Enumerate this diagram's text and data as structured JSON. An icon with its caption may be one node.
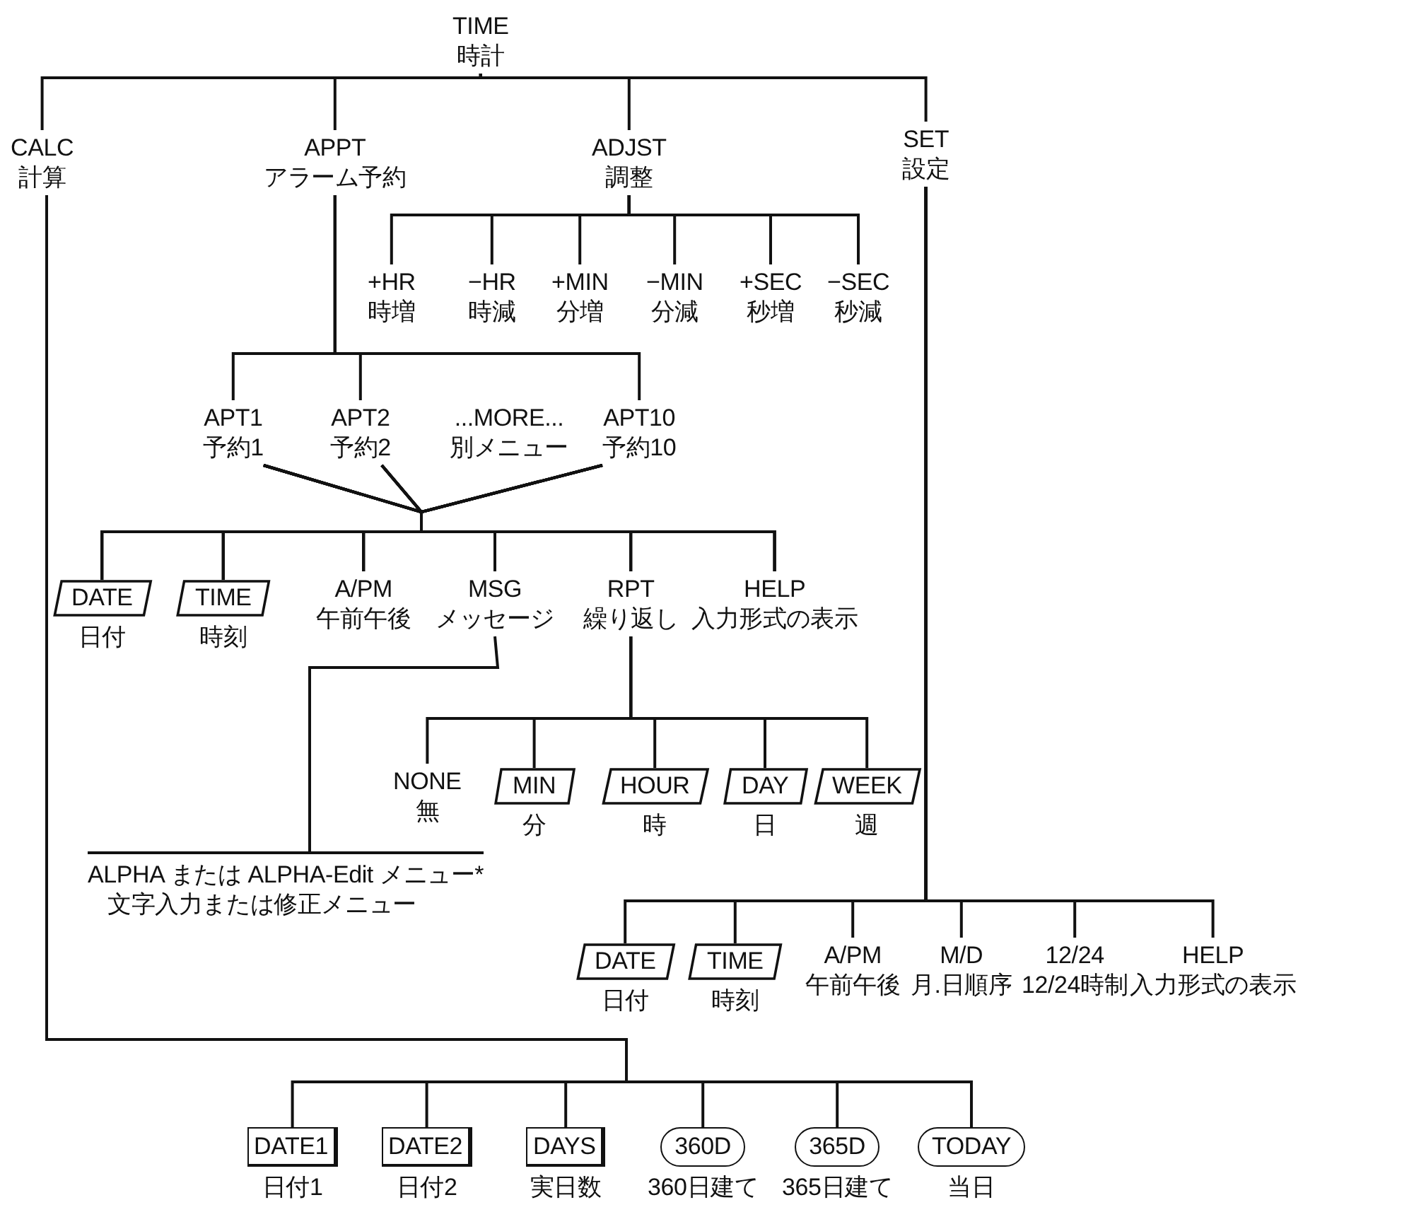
{
  "diagram": {
    "nodes": [
      {
        "text": [
          "TIME",
          "時計"
        ]
      },
      {
        "text": [
          "CALC",
          "計算"
        ]
      },
      {
        "text": [
          "APPT",
          "アラーム予約"
        ]
      },
      {
        "text": [
          "ADJST",
          "調整"
        ]
      },
      {
        "text": [
          "SET",
          "設定"
        ]
      },
      {
        "text": [
          "+HR",
          "時増"
        ]
      },
      {
        "text": [
          "−HR",
          "時減"
        ]
      },
      {
        "text": [
          "+MIN",
          "分増"
        ]
      },
      {
        "text": [
          "−MIN",
          "分減"
        ]
      },
      {
        "text": [
          "+SEC",
          "秒増"
        ]
      },
      {
        "text": [
          "−SEC",
          "秒減"
        ]
      },
      {
        "text": [
          "APT1",
          "予約1"
        ]
      },
      {
        "text": [
          "APT2",
          "予約2"
        ]
      },
      {
        "text": [
          "...MORE...",
          "別メニュー"
        ]
      },
      {
        "text": [
          "APT10",
          "予約10"
        ]
      },
      {
        "text": [
          "DATE"
        ],
        "beside": [
          "日付"
        ]
      },
      {
        "text": [
          "TIME"
        ],
        "beside": [
          "時刻"
        ]
      },
      {
        "text": [
          "A/PM",
          "午前午後"
        ]
      },
      {
        "text": [
          "MSG",
          "メッセージ"
        ]
      },
      {
        "text": [
          "RPT",
          "繰り返し"
        ]
      },
      {
        "text": [
          "HELP",
          "入力形式の表示"
        ]
      },
      {
        "text": [
          "NONE",
          "無"
        ]
      },
      {
        "text": [
          "MIN"
        ],
        "beside": [
          "分"
        ]
      },
      {
        "text": [
          "HOUR"
        ],
        "beside": [
          "時"
        ]
      },
      {
        "text": [
          "DAY"
        ],
        "beside": [
          "日"
        ]
      },
      {
        "text": [
          "WEEK"
        ],
        "beside": [
          "週"
        ]
      },
      {
        "text": [
          "ALPHA または ALPHA-Edit メニュー*",
          "文字入力または修正メニュー"
        ]
      },
      {
        "text": [
          "DATE"
        ],
        "beside": [
          "日付"
        ]
      },
      {
        "text": [
          "TIME"
        ],
        "beside": [
          "時刻"
        ]
      },
      {
        "text": [
          "A/PM",
          "午前午後"
        ]
      },
      {
        "text": [
          "M/D",
          "月.日順序"
        ]
      },
      {
        "text": [
          "12/24",
          "12/24時制"
        ]
      },
      {
        "text": [
          "HELP",
          "入力形式の表示"
        ]
      },
      {
        "text": [
          "DATE1"
        ],
        "beside": [
          "日付1"
        ]
      },
      {
        "text": [
          "DATE2"
        ],
        "beside": [
          "日付2"
        ]
      },
      {
        "text": [
          "DAYS"
        ],
        "beside": [
          "実日数"
        ]
      },
      {
        "text": [
          "360D"
        ],
        "beside": [
          "360日建て"
        ]
      },
      {
        "text": [
          "365D"
        ],
        "beside": [
          "365日建て"
        ]
      },
      {
        "text": [
          "TODAY"
        ],
        "beside": [
          "当日"
        ]
      }
    ],
    "edges": [
      {
        "from": 0,
        "to": 1,
        "arrow": "none"
      },
      {
        "from": 0,
        "to": 2,
        "arrow": "none"
      },
      {
        "from": 0,
        "to": 3,
        "arrow": "none"
      },
      {
        "from": 0,
        "to": 4,
        "arrow": "none"
      },
      {
        "from": 3,
        "to": 5,
        "arrow": "none"
      },
      {
        "from": 3,
        "to": 6,
        "arrow": "none"
      },
      {
        "from": 3,
        "to": 7,
        "arrow": "none"
      },
      {
        "from": 3,
        "to": 8,
        "arrow": "none"
      },
      {
        "from": 3,
        "to": 9,
        "arrow": "none"
      },
      {
        "from": 3,
        "to": 10,
        "arrow": "none"
      },
      {
        "from": 2,
        "to": 11,
        "arrow": "none"
      },
      {
        "from": 2,
        "to": 12,
        "arrow": "none"
      },
      {
        "from": 2,
        "to": 14,
        "arrow": "none"
      },
      {
        "from": 11,
        "to": 15,
        "arrow": "none"
      },
      {
        "from": 11,
        "to": 16,
        "arrow": "none"
      },
      {
        "from": 11,
        "to": 17,
        "arrow": "none"
      },
      {
        "from": 11,
        "to": 18,
        "arrow": "none"
      },
      {
        "from": 11,
        "to": 19,
        "arrow": "none"
      },
      {
        "from": 11,
        "to": 20,
        "arrow": "none"
      },
      {
        "from": 12,
        "to": 15,
        "arrow": "none"
      },
      {
        "from": 12,
        "to": 16,
        "arrow": "none"
      },
      {
        "from": 12,
        "to": 17,
        "arrow": "none"
      },
      {
        "from": 12,
        "to": 18,
        "arrow": "none"
      },
      {
        "from": 12,
        "to": 19,
        "arrow": "none"
      },
      {
        "from": 12,
        "to": 20,
        "arrow": "none"
      },
      {
        "from": 14,
        "to": 15,
        "arrow": "none"
      },
      {
        "from": 14,
        "to": 16,
        "arrow": "none"
      },
      {
        "from": 14,
        "to": 17,
        "arrow": "none"
      },
      {
        "from": 14,
        "to": 18,
        "arrow": "none"
      },
      {
        "from": 14,
        "to": 19,
        "arrow": "none"
      },
      {
        "from": 14,
        "to": 20,
        "arrow": "none"
      },
      {
        "from": 18,
        "to": 26,
        "arrow": "none"
      },
      {
        "from": 19,
        "to": 21,
        "arrow": "none"
      },
      {
        "from": 19,
        "to": 22,
        "arrow": "none"
      },
      {
        "from": 19,
        "to": 23,
        "arrow": "none"
      },
      {
        "from": 19,
        "to": 24,
        "arrow": "none"
      },
      {
        "from": 19,
        "to": 25,
        "arrow": "none"
      },
      {
        "from": 4,
        "to": 27,
        "arrow": "none"
      },
      {
        "from": 4,
        "to": 28,
        "arrow": "none"
      },
      {
        "from": 4,
        "to": 29,
        "arrow": "none"
      },
      {
        "from": 4,
        "to": 30,
        "arrow": "none"
      },
      {
        "from": 4,
        "to": 31,
        "arrow": "none"
      },
      {
        "from": 4,
        "to": 32,
        "arrow": "none"
      },
      {
        "from": 1,
        "to": 33,
        "arrow": "none"
      },
      {
        "from": 1,
        "to": 34,
        "arrow": "none"
      },
      {
        "from": 1,
        "to": 35,
        "arrow": "none"
      },
      {
        "from": 1,
        "to": 36,
        "arrow": "none"
      },
      {
        "from": 1,
        "to": 37,
        "arrow": "none"
      },
      {
        "from": 1,
        "to": 38,
        "arrow": "none"
      }
    ]
  }
}
